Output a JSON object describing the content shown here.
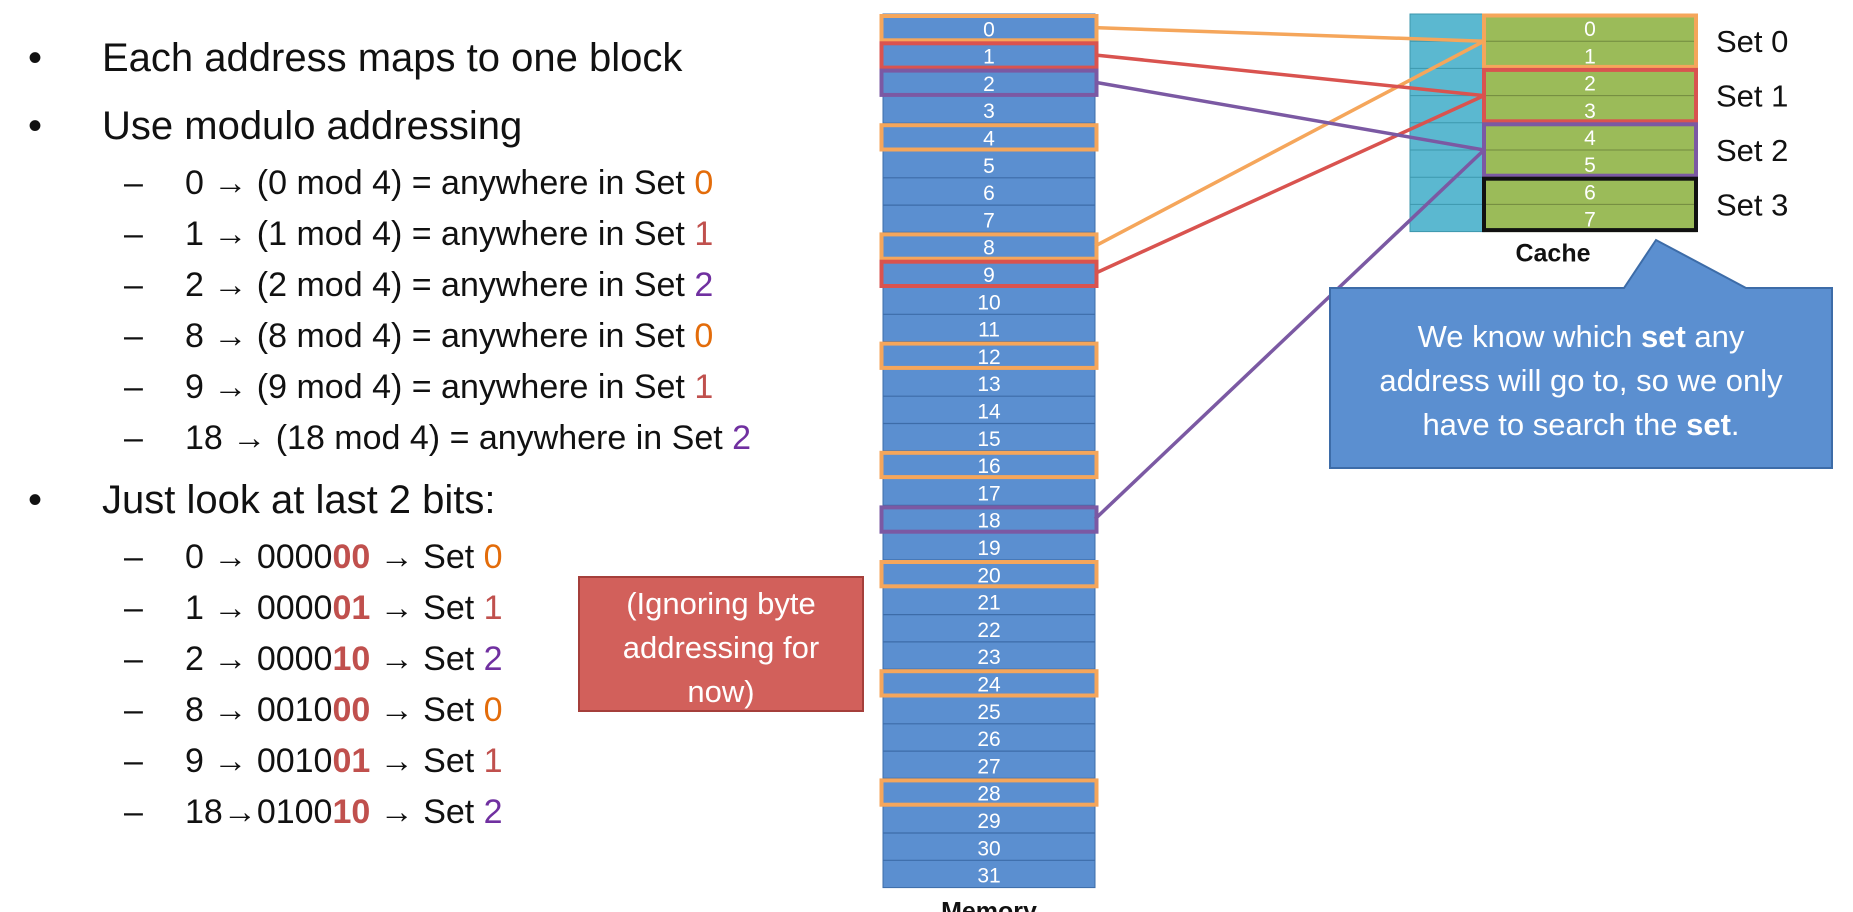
{
  "bullets": [
    {
      "text": "Each address maps to one block"
    },
    {
      "text": "Use modulo addressing"
    },
    {
      "text": "Just look at last 2 bits:"
    }
  ],
  "mod_examples": [
    {
      "text": "0 → (0 mod 4) = anywhere in Set ",
      "set": "0",
      "color": "#e36c0a"
    },
    {
      "text": "1 → (1 mod 4) = anywhere in Set ",
      "set": "1",
      "color": "#c0504d"
    },
    {
      "text": "2 → (2 mod 4) = anywhere in Set ",
      "set": "2",
      "color": "#7030a0"
    },
    {
      "text": "8 → (8 mod 4) = anywhere in Set ",
      "set": "0",
      "color": "#e36c0a"
    },
    {
      "text": "9 → (9 mod 4) = anywhere in Set ",
      "set": "1",
      "color": "#c0504d"
    },
    {
      "text": "18 → (18 mod 4) = anywhere in Set ",
      "set": "2",
      "color": "#7030a0"
    }
  ],
  "bit_examples": [
    {
      "addr": "0 → ",
      "bits_prefix": "0000",
      "bits_low": "00",
      "suffix": " → Set ",
      "set": "0",
      "color": "#e36c0a"
    },
    {
      "addr": "1 → ",
      "bits_prefix": "0000",
      "bits_low": "01",
      "suffix": " → Set ",
      "set": "1",
      "color": "#c0504d"
    },
    {
      "addr": "2 → ",
      "bits_prefix": "0000",
      "bits_low": "10",
      "suffix": " → Set ",
      "set": "2",
      "color": "#7030a0"
    },
    {
      "addr": "8 → ",
      "bits_prefix": "0010",
      "bits_low": "00",
      "suffix": " → Set ",
      "set": "0",
      "color": "#e36c0a"
    },
    {
      "addr": "9 → ",
      "bits_prefix": "0010",
      "bits_low": "01",
      "suffix": " → Set ",
      "set": "1",
      "color": "#c0504d"
    },
    {
      "addr": "18→",
      "bits_prefix": "0100",
      "bits_low": "10",
      "suffix": " → Set ",
      "set": "2",
      "color": "#7030a0"
    }
  ],
  "note_box": {
    "lines": [
      "(Ignoring byte",
      "addressing for",
      "now)"
    ],
    "color": "#d2605b"
  },
  "memory": {
    "label": "Memory",
    "cells": [
      "0",
      "1",
      "2",
      "3",
      "4",
      "5",
      "6",
      "7",
      "8",
      "9",
      "10",
      "11",
      "12",
      "13",
      "14",
      "15",
      "16",
      "17",
      "18",
      "19",
      "20",
      "21",
      "22",
      "23",
      "24",
      "25",
      "26",
      "27",
      "28",
      "29",
      "30",
      "31"
    ],
    "color": "#5b8fd0",
    "highlights": [
      {
        "cell": 0,
        "color": "#f5a65b"
      },
      {
        "cell": 1,
        "color": "#d9534f"
      },
      {
        "cell": 2,
        "color": "#7b59a3"
      },
      {
        "cell": 4,
        "color": "#f5a65b"
      },
      {
        "cell": 8,
        "color": "#f5a65b"
      },
      {
        "cell": 9,
        "color": "#d9534f"
      },
      {
        "cell": 12,
        "color": "#f5a65b"
      },
      {
        "cell": 16,
        "color": "#f5a65b"
      },
      {
        "cell": 18,
        "color": "#7b59a3"
      },
      {
        "cell": 20,
        "color": "#f5a65b"
      },
      {
        "cell": 24,
        "color": "#f5a65b"
      },
      {
        "cell": 28,
        "color": "#f5a65b"
      }
    ]
  },
  "cache": {
    "label": "Cache",
    "cells": [
      "0",
      "1",
      "2",
      "3",
      "4",
      "5",
      "6",
      "7"
    ],
    "tag_color": "#5bb8d0",
    "data_color": "#9bbb59",
    "sets": [
      {
        "label": "Set 0",
        "color": "#f5a65b"
      },
      {
        "label": "Set 1",
        "color": "#d9534f"
      },
      {
        "label": "Set 2",
        "color": "#7b59a3"
      },
      {
        "label": "Set 3",
        "color": "#111111"
      }
    ]
  },
  "mappings": [
    {
      "from": 0,
      "to_set": 0
    },
    {
      "from": 8,
      "to_set": 0
    },
    {
      "from": 1,
      "to_set": 1
    },
    {
      "from": 9,
      "to_set": 1
    },
    {
      "from": 2,
      "to_set": 2
    },
    {
      "from": 18,
      "to_set": 2
    }
  ],
  "callout": {
    "color": "#5b8fd0",
    "lines": [
      [
        {
          "t": "We know which "
        },
        {
          "t": "set",
          "b": true
        },
        {
          "t": " any"
        }
      ],
      [
        {
          "t": "address will go to, so we only"
        }
      ],
      [
        {
          "t": "have to search the "
        },
        {
          "t": "set",
          "b": true
        },
        {
          "t": "."
        }
      ]
    ]
  }
}
